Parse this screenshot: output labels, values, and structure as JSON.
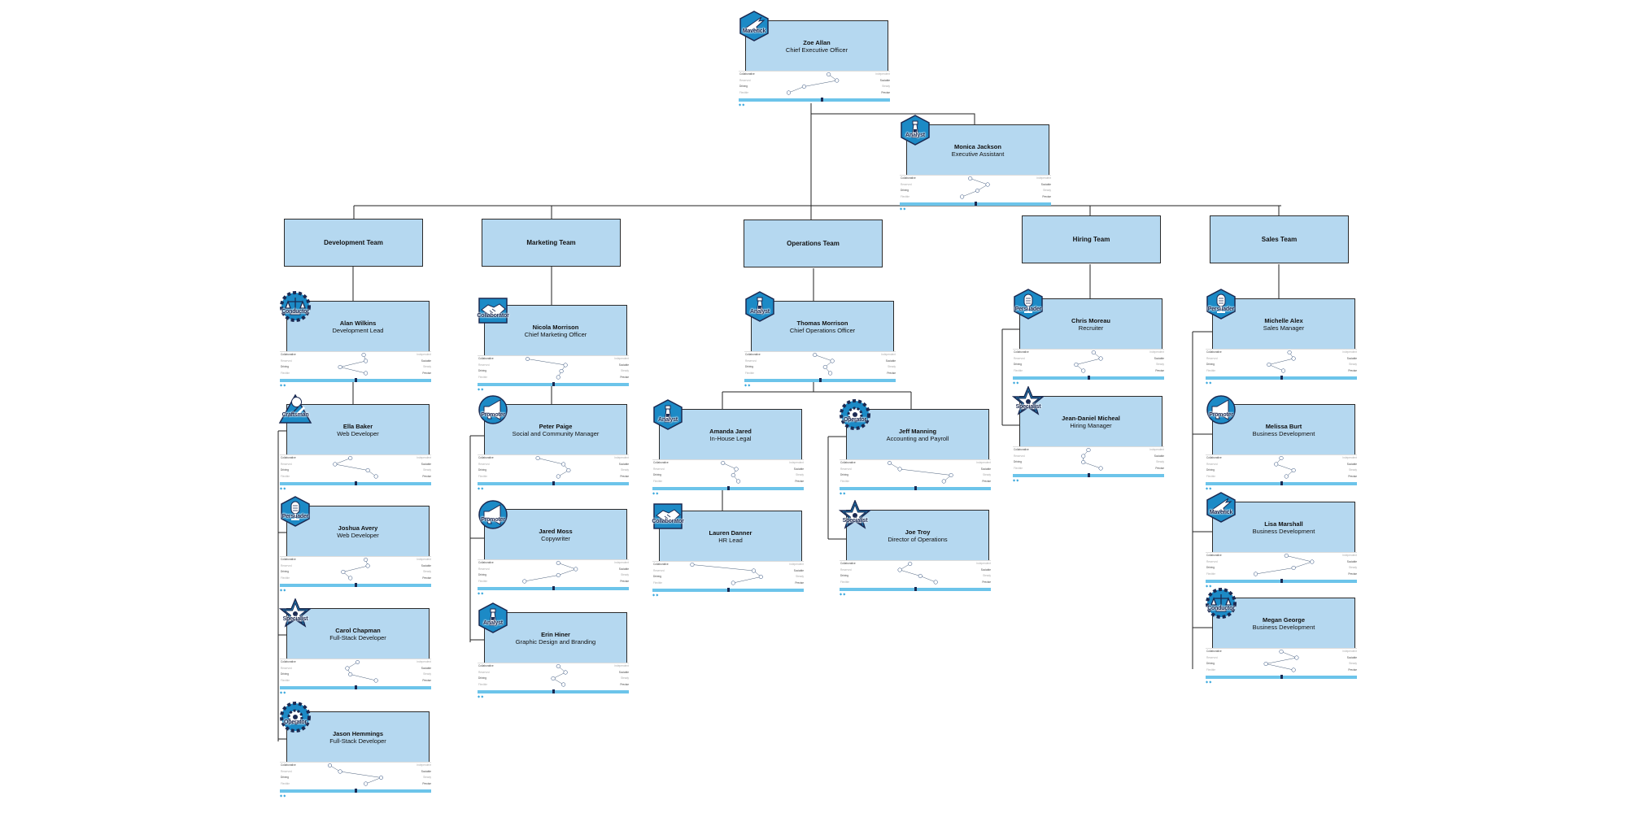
{
  "teams": [
    {
      "id": "dev",
      "label": "Development Team"
    },
    {
      "id": "mkt",
      "label": "Marketing Team"
    },
    {
      "id": "ops",
      "label": "Operations Team"
    },
    {
      "id": "hir",
      "label": "Hiring Team"
    },
    {
      "id": "sal",
      "label": "Sales Team"
    }
  ],
  "trait_labels": {
    "left": [
      "Collaborative",
      "Reserved",
      "Driving",
      "Flexible"
    ],
    "right": [
      "Independent",
      "Sociable",
      "Steady",
      "Precise"
    ]
  },
  "people": [
    {
      "id": "zoe",
      "name": "Zoe Allan",
      "title": "Chief Executive Officer",
      "badge": "Maverick",
      "icon": "jet-icon",
      "scores": [
        0.64,
        0.72,
        0.4,
        0.25
      ],
      "position": 0.55
    },
    {
      "id": "monica",
      "name": "Monica Jackson",
      "title": "Executive Assistant",
      "badge": "Analyst",
      "icon": "lighthouse-icon",
      "scores": [
        0.45,
        0.62,
        0.52,
        0.37
      ],
      "position": 0.5
    },
    {
      "id": "alan",
      "name": "Alan Wilkins",
      "title": "Development Lead",
      "badge": "Conductor",
      "icon": "scales-icon",
      "scores": [
        0.58,
        0.6,
        0.35,
        0.6
      ],
      "position": 0.5
    },
    {
      "id": "ella",
      "name": "Ella Baker",
      "title": "Web Developer",
      "badge": "Craftsman",
      "icon": "wrench-icon",
      "scores": [
        0.45,
        0.3,
        0.62,
        0.7
      ],
      "position": 0.5
    },
    {
      "id": "joshua",
      "name": "Joshua Avery",
      "title": "Web Developer",
      "badge": "Persuader",
      "icon": "microphone-icon",
      "scores": [
        0.6,
        0.62,
        0.38,
        0.45
      ],
      "position": 0.5
    },
    {
      "id": "carol",
      "name": "Carol Chapman",
      "title": "Full-Stack Developer",
      "badge": "Specialist",
      "icon": "star-icon",
      "scores": [
        0.52,
        0.42,
        0.45,
        0.7
      ],
      "position": 0.5
    },
    {
      "id": "jason",
      "name": "Jason Hemmings",
      "title": "Full-Stack Developer",
      "badge": "Operator",
      "icon": "gear-icon",
      "scores": [
        0.25,
        0.35,
        0.75,
        0.6
      ],
      "position": 0.5
    },
    {
      "id": "nicola",
      "name": "Nicola Morrison",
      "title": "Chief Marketing Officer",
      "badge": "Collaborator",
      "icon": "handshake-icon",
      "scores": [
        0.25,
        0.62,
        0.58,
        0.55
      ],
      "position": 0.5
    },
    {
      "id": "peter",
      "name": "Peter Paige",
      "title": "Social and Community Manager",
      "badge": "Promoter",
      "icon": "megaphone-icon",
      "scores": [
        0.35,
        0.6,
        0.65,
        0.55
      ],
      "position": 0.5
    },
    {
      "id": "jared",
      "name": "Jared Moss",
      "title": "Copywriter",
      "badge": "Promoter",
      "icon": "megaphone-icon",
      "scores": [
        0.55,
        0.72,
        0.55,
        0.22
      ],
      "position": 0.5
    },
    {
      "id": "erin",
      "name": "Erin Hiner",
      "title": "Graphic Design and Branding",
      "badge": "Analyst",
      "icon": "lighthouse-icon",
      "scores": [
        0.55,
        0.62,
        0.5,
        0.6
      ],
      "position": 0.5
    },
    {
      "id": "thomas",
      "name": "Thomas Morrison",
      "title": "Chief Operations Officer",
      "badge": "Analyst",
      "icon": "lighthouse-icon",
      "scores": [
        0.45,
        0.62,
        0.55,
        0.6
      ],
      "position": 0.5
    },
    {
      "id": "amanda",
      "name": "Amanda Jared",
      "title": "In-House Legal",
      "badge": "Analyst",
      "icon": "lighthouse-icon",
      "scores": [
        0.45,
        0.58,
        0.55,
        0.6
      ],
      "position": 0.5
    },
    {
      "id": "lauren",
      "name": "Lauren Danner",
      "title": "HR Lead",
      "badge": "Collaborator",
      "icon": "handshake-icon",
      "scores": [
        0.15,
        0.75,
        0.82,
        0.55
      ],
      "position": 0.5
    },
    {
      "id": "jeff",
      "name": "Jeff Manning",
      "title": "Accounting and Payroll",
      "badge": "Operator",
      "icon": "gear-icon",
      "scores": [
        0.25,
        0.35,
        0.85,
        0.78
      ],
      "position": 0.5
    },
    {
      "id": "joe",
      "name": "Joe Troy",
      "title": "Director of Operations",
      "badge": "Specialist",
      "icon": "star-icon",
      "scores": [
        0.45,
        0.35,
        0.55,
        0.7
      ],
      "position": 0.5
    },
    {
      "id": "chris",
      "name": "Chris Moreau",
      "title": "Recruiter",
      "badge": "Persuader",
      "icon": "microphone-icon",
      "scores": [
        0.55,
        0.62,
        0.38,
        0.45
      ],
      "position": 0.5
    },
    {
      "id": "jeandaniel",
      "name": "Jean-Daniel Micheal",
      "title": "Hiring Manager",
      "badge": "Specialist",
      "icon": "star-icon",
      "scores": [
        0.5,
        0.45,
        0.45,
        0.62
      ],
      "position": 0.5
    },
    {
      "id": "michelle",
      "name": "Michelle Alex",
      "title": "Sales Manager",
      "badge": "Persuader",
      "icon": "microphone-icon",
      "scores": [
        0.58,
        0.62,
        0.38,
        0.52
      ],
      "position": 0.5
    },
    {
      "id": "melissa",
      "name": "Melissa Burt",
      "title": "Business Development",
      "badge": "Promoter",
      "icon": "megaphone-icon",
      "scores": [
        0.5,
        0.45,
        0.62,
        0.55
      ],
      "position": 0.5
    },
    {
      "id": "lisa",
      "name": "Lisa Marshall",
      "title": "Business Development",
      "badge": "Maverick",
      "icon": "jet-icon",
      "scores": [
        0.55,
        0.8,
        0.62,
        0.25
      ],
      "position": 0.5
    },
    {
      "id": "megan",
      "name": "Megan George",
      "title": "Business Development",
      "badge": "Conductor",
      "icon": "scales-icon",
      "scores": [
        0.5,
        0.65,
        0.35,
        0.62
      ],
      "position": 0.5
    }
  ],
  "colors": {
    "card": "#b5d8f0",
    "badge": "#1c8ac6",
    "badge_dark": "#1b2a52",
    "bar": "#6cc4ea",
    "line": "#222222"
  }
}
